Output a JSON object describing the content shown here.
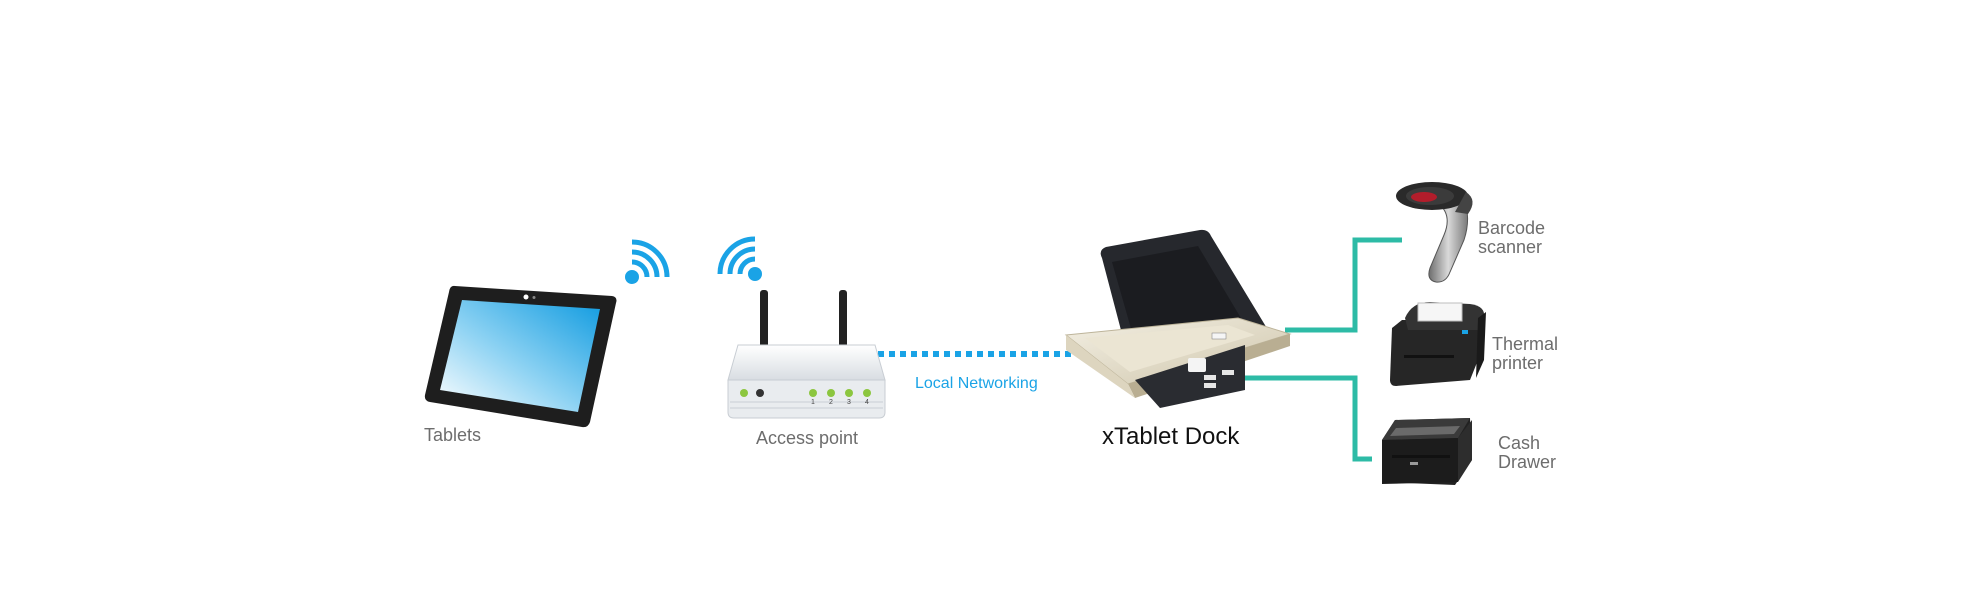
{
  "colors": {
    "accent_blue": "#1aa3e6",
    "connector_teal": "#2dbba6",
    "label_gray": "#6d6d6d",
    "device_dark": "#2b2b2b"
  },
  "nodes": {
    "tablets": {
      "label": "Tablets",
      "icon": "tablet-icon"
    },
    "access_point": {
      "label": "Access point",
      "icon": "router-icon"
    },
    "xtablet_dock": {
      "label": "xTablet Dock",
      "icon": "dock-icon"
    },
    "barcode_scanner": {
      "label_line1": "Barcode",
      "label_line2": "scanner",
      "icon": "barcode-scanner-icon"
    },
    "thermal_printer": {
      "label_line1": "Thermal",
      "label_line2": "printer",
      "icon": "thermal-printer-icon"
    },
    "cash_drawer": {
      "label_line1": "Cash",
      "label_line2": "Drawer",
      "icon": "cash-drawer-icon"
    }
  },
  "links": {
    "local_networking": "Local Networking",
    "wifi_icons": [
      "wifi-icon",
      "wifi-icon"
    ]
  },
  "router_ports": [
    "1",
    "2",
    "3",
    "4"
  ]
}
